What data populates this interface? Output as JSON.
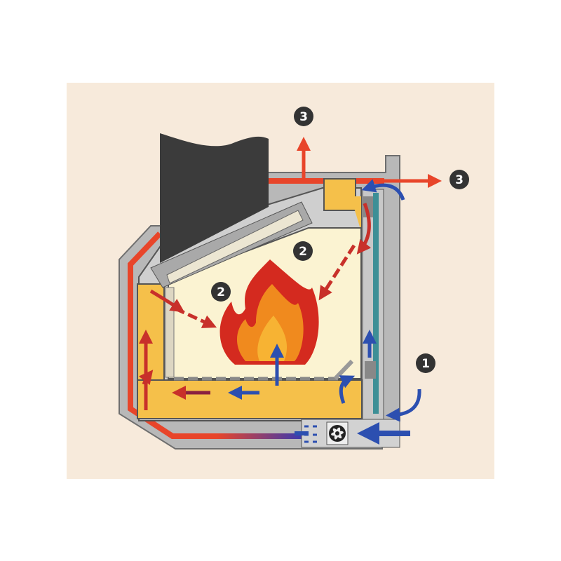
{
  "diagram": {
    "markers": [
      {
        "id": "exhaust-top",
        "label": "3"
      },
      {
        "id": "exhaust-right",
        "label": "3"
      },
      {
        "id": "combustion-air-upper",
        "label": "2"
      },
      {
        "id": "combustion-air-left",
        "label": "2"
      },
      {
        "id": "intake-air",
        "label": "1"
      }
    ]
  },
  "colors": {
    "background": "#f7eadb",
    "hot_air": "#e8452a",
    "cold_air": "#2c4fb0",
    "warm_channel": "#f5c04a",
    "firebox": "#fbf3d2",
    "housing": "#b9b9b9",
    "chimney": "#3b3b3b",
    "marker": "#333333"
  }
}
